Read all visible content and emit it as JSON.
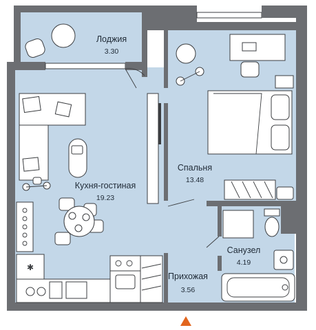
{
  "rooms": {
    "loggia": {
      "label": "Лоджия",
      "area": "3.30"
    },
    "kitchen": {
      "label": "Кухня-гостиная",
      "area": "19.23"
    },
    "bedroom": {
      "label": "Спальня",
      "area": "13.48"
    },
    "bathroom": {
      "label": "Санузел",
      "area": "4.19"
    },
    "hallway": {
      "label": "Прихожая",
      "area": "3.56"
    }
  },
  "colors": {
    "wall": "#6c6e72",
    "floor": "#c3d7e8",
    "entrance_marker": "#e2651e"
  },
  "icons": {
    "entrance": "entrance-triangle-icon"
  }
}
